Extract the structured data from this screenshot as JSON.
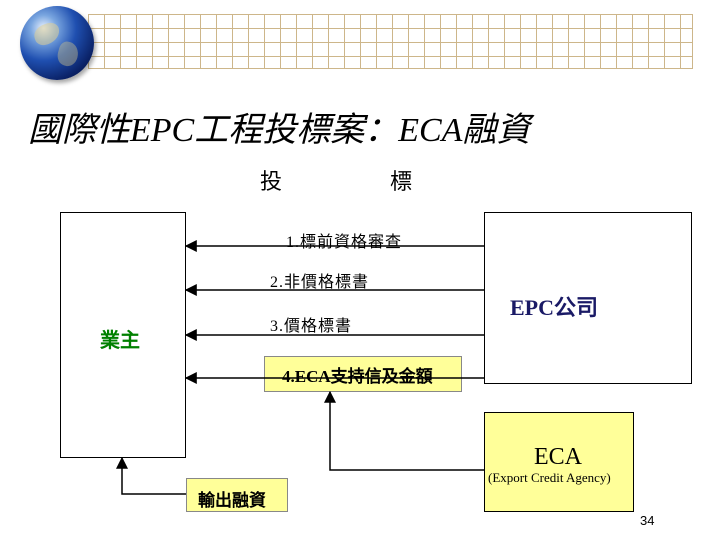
{
  "title": "國際性EPC工程投標案：ECA融資",
  "bid": {
    "char1": "投",
    "char2": "標"
  },
  "owner": {
    "label": "業主"
  },
  "contractor": {
    "label": "EPC公司"
  },
  "steps": [
    "1.標前資格審查",
    "2.非價格標書",
    "3.價格標書",
    "4.ECA支持信及金額"
  ],
  "agency": {
    "label": "ECA",
    "full_name": "(Export Credit Agency)"
  },
  "financing": {
    "label": "輸出融資"
  },
  "page_number": "34",
  "colors": {
    "title": "#1a1a66",
    "owner_label": "#008000",
    "highlight": "#ffff99",
    "grid": "#cdb68a"
  }
}
